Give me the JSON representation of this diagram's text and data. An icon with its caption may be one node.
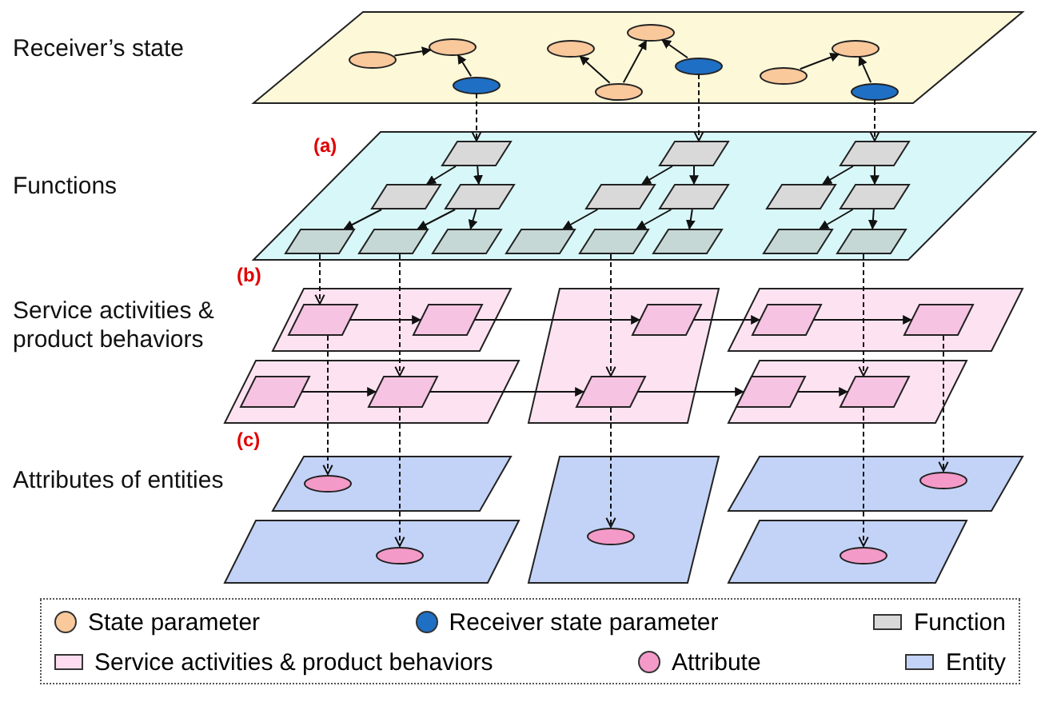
{
  "diagram": {
    "nodes": [
      {
        "text": [],
        "shape": "parallelogram"
      },
      {
        "text": [],
        "shape": "ellipse",
        "in": 0
      },
      {
        "text": [],
        "shape": "ellipse",
        "in": 0
      },
      {
        "text": [],
        "shape": "ellipse",
        "in": 0
      },
      {
        "text": [],
        "shape": "ellipse",
        "in": 0
      },
      {
        "text": [],
        "shape": "ellipse",
        "in": 0
      },
      {
        "text": [],
        "shape": "ellipse",
        "in": 0
      },
      {
        "text": [],
        "shape": "ellipse",
        "in": 0
      },
      {
        "text": [],
        "shape": "ellipse",
        "in": 0
      },
      {
        "text": [],
        "shape": "ellipse",
        "in": 0
      },
      {
        "text": [],
        "shape": "ellipse",
        "in": 0
      },
      {
        "text": [],
        "shape": "parallelogram"
      },
      {
        "text": [],
        "shape": "parallelogram",
        "in": 11
      },
      {
        "text": [],
        "shape": "parallelogram",
        "in": 11
      },
      {
        "text": [],
        "shape": "parallelogram",
        "in": 11
      },
      {
        "text": [],
        "shape": "parallelogram",
        "in": 11
      },
      {
        "text": [],
        "shape": "parallelogram",
        "in": 11
      },
      {
        "text": [],
        "shape": "parallelogram",
        "in": 11
      },
      {
        "text": [],
        "shape": "parallelogram",
        "in": 11
      },
      {
        "text": [],
        "shape": "parallelogram",
        "in": 11
      },
      {
        "text": [],
        "shape": "parallelogram",
        "in": 11
      },
      {
        "text": [],
        "shape": "parallelogram",
        "in": 11
      },
      {
        "text": [],
        "shape": "parallelogram",
        "in": 11
      },
      {
        "text": [],
        "shape": "parallelogram",
        "in": 11
      },
      {
        "text": [],
        "shape": "parallelogram",
        "in": 11
      },
      {
        "text": [],
        "shape": "parallelogram",
        "in": 11
      },
      {
        "text": [],
        "shape": "parallelogram",
        "in": 11
      },
      {
        "text": [],
        "shape": "parallelogram",
        "in": 11
      },
      {
        "text": [],
        "shape": "parallelogram",
        "in": 11
      },
      {
        "text": [],
        "shape": "parallelogram"
      },
      {
        "text": [],
        "shape": "parallelogram",
        "in": 29
      },
      {
        "text": [],
        "shape": "parallelogram",
        "in": 29
      },
      {
        "text": [],
        "shape": "parallelogram"
      },
      {
        "text": [],
        "shape": "parallelogram",
        "in": 32
      },
      {
        "text": [],
        "shape": "parallelogram",
        "in": 32
      },
      {
        "text": [],
        "shape": "parallelogram"
      },
      {
        "text": [],
        "shape": "parallelogram",
        "in": 35
      },
      {
        "text": [],
        "shape": "parallelogram",
        "in": 35
      },
      {
        "text": [],
        "shape": "parallelogram"
      },
      {
        "text": [],
        "shape": "parallelogram",
        "in": 38
      },
      {
        "text": [],
        "shape": "parallelogram",
        "in": 38
      },
      {
        "text": [],
        "shape": "parallelogram"
      },
      {
        "text": [],
        "shape": "parallelogram",
        "in": 41
      },
      {
        "text": [],
        "shape": "parallelogram",
        "in": 41
      },
      {
        "text": [],
        "shape": "parallelogram"
      },
      {
        "text": [],
        "shape": "ellipse",
        "in": 44
      },
      {
        "text": [],
        "shape": "parallelogram"
      },
      {
        "text": [],
        "shape": "ellipse",
        "in": 46
      },
      {
        "text": [],
        "shape": "parallelogram"
      },
      {
        "text": [],
        "shape": "ellipse",
        "in": 48
      },
      {
        "text": [],
        "shape": "parallelogram"
      },
      {
        "text": [],
        "shape": "ellipse",
        "in": 50
      },
      {
        "text": [],
        "shape": "parallelogram"
      },
      {
        "text": [],
        "shape": "ellipse",
        "in": 52
      }
    ],
    "edges": [
      {
        "from": 1,
        "to": 2,
        "arrow": "to"
      },
      {
        "from": 3,
        "to": 2,
        "arrow": "to"
      },
      {
        "from": 6,
        "to": 4,
        "arrow": "to"
      },
      {
        "from": 6,
        "to": 5,
        "arrow": "to"
      },
      {
        "from": 7,
        "to": 5,
        "arrow": "to"
      },
      {
        "from": 8,
        "to": 9,
        "arrow": "to"
      },
      {
        "from": 10,
        "to": 9,
        "arrow": "to"
      },
      {
        "from": 3,
        "to": 12,
        "arrow": "to",
        "style": "dashed"
      },
      {
        "from": 7,
        "to": 13,
        "arrow": "to",
        "style": "dashed"
      },
      {
        "from": 10,
        "to": 14,
        "arrow": "to",
        "style": "dashed"
      },
      {
        "from": 12,
        "to": 15,
        "arrow": "to"
      },
      {
        "from": 12,
        "to": 16,
        "arrow": "to"
      },
      {
        "from": 15,
        "to": 21,
        "arrow": "to"
      },
      {
        "from": 16,
        "to": 22,
        "arrow": "to"
      },
      {
        "from": 16,
        "to": 23,
        "arrow": "to"
      },
      {
        "from": 13,
        "to": 17,
        "arrow": "to"
      },
      {
        "from": 13,
        "to": 18,
        "arrow": "to"
      },
      {
        "from": 17,
        "to": 24,
        "arrow": "to"
      },
      {
        "from": 18,
        "to": 25,
        "arrow": "to"
      },
      {
        "from": 18,
        "to": 26,
        "arrow": "to"
      },
      {
        "from": 14,
        "to": 19,
        "arrow": "to"
      },
      {
        "from": 14,
        "to": 20,
        "arrow": "to"
      },
      {
        "from": 20,
        "to": 27,
        "arrow": "to"
      },
      {
        "from": 20,
        "to": 28,
        "arrow": "to"
      },
      {
        "from": 21,
        "to": 30,
        "arrow": "to",
        "style": "dashed"
      },
      {
        "from": 22,
        "to": 40,
        "arrow": "to",
        "style": "dashed"
      },
      {
        "from": 25,
        "to": 34,
        "arrow": "to",
        "style": "dashed"
      },
      {
        "from": 28,
        "to": 43,
        "arrow": "to",
        "style": "dashed"
      },
      {
        "from": 30,
        "to": 31,
        "arrow": "to"
      },
      {
        "from": 31,
        "to": 33,
        "arrow": "to"
      },
      {
        "from": 33,
        "to": 36,
        "arrow": "to"
      },
      {
        "from": 36,
        "to": 37,
        "arrow": "to"
      },
      {
        "from": 39,
        "to": 40,
        "arrow": "to"
      },
      {
        "from": 40,
        "to": 34,
        "arrow": "to"
      },
      {
        "from": 34,
        "to": 42,
        "arrow": "to"
      },
      {
        "from": 42,
        "to": 43,
        "arrow": "to"
      },
      {
        "from": 30,
        "to": 45,
        "arrow": "to",
        "style": "dashed"
      },
      {
        "from": 40,
        "to": 51,
        "arrow": "to",
        "style": "dashed"
      },
      {
        "from": 34,
        "to": 47,
        "arrow": "to",
        "style": "dashed"
      },
      {
        "from": 37,
        "to": 49,
        "arrow": "to",
        "style": "dashed"
      },
      {
        "from": 43,
        "to": 53,
        "arrow": "to",
        "style": "dashed"
      }
    ],
    "labels": [
      "Receiver’s state",
      "(a)",
      "Functions",
      "(b)",
      "Service activities & product behaviors",
      "(c)",
      "Attributes of entities"
    ],
    "legend": [
      {
        "text": "State parameter",
        "color": "#f9c89b"
      },
      {
        "text": "Receiver state parameter",
        "color": "#1f6fc4"
      },
      {
        "text": "Function",
        "color": "#d9d9d9"
      },
      {
        "text": "Service activities & product behaviors",
        "color": "#fcdcee"
      },
      {
        "text": "Attribute",
        "color": "#f49ac8"
      },
      {
        "text": "Entity",
        "color": "#c3d3f7"
      }
    ]
  }
}
